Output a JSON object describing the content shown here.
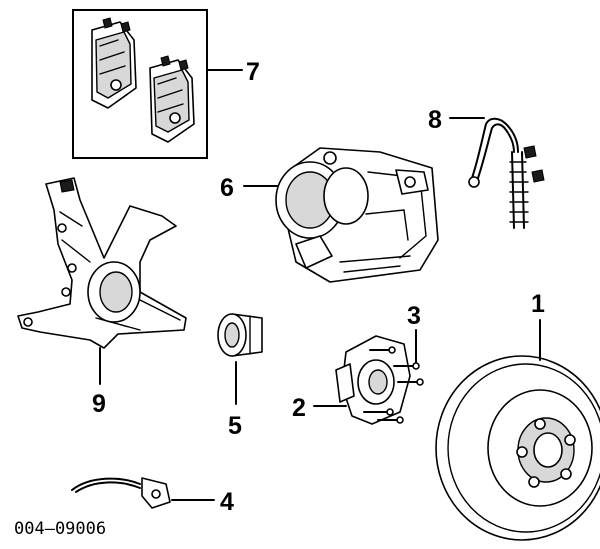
{
  "figure_code": "004—09006",
  "callouts": {
    "brake_rotor": "1",
    "hub_bearing": "2",
    "wheel_stud": "3",
    "abs_sensor": "4",
    "bearing": "5",
    "caliper": "6",
    "brake_pads": "7",
    "brake_hose": "8",
    "steering_knuckle": "9"
  }
}
